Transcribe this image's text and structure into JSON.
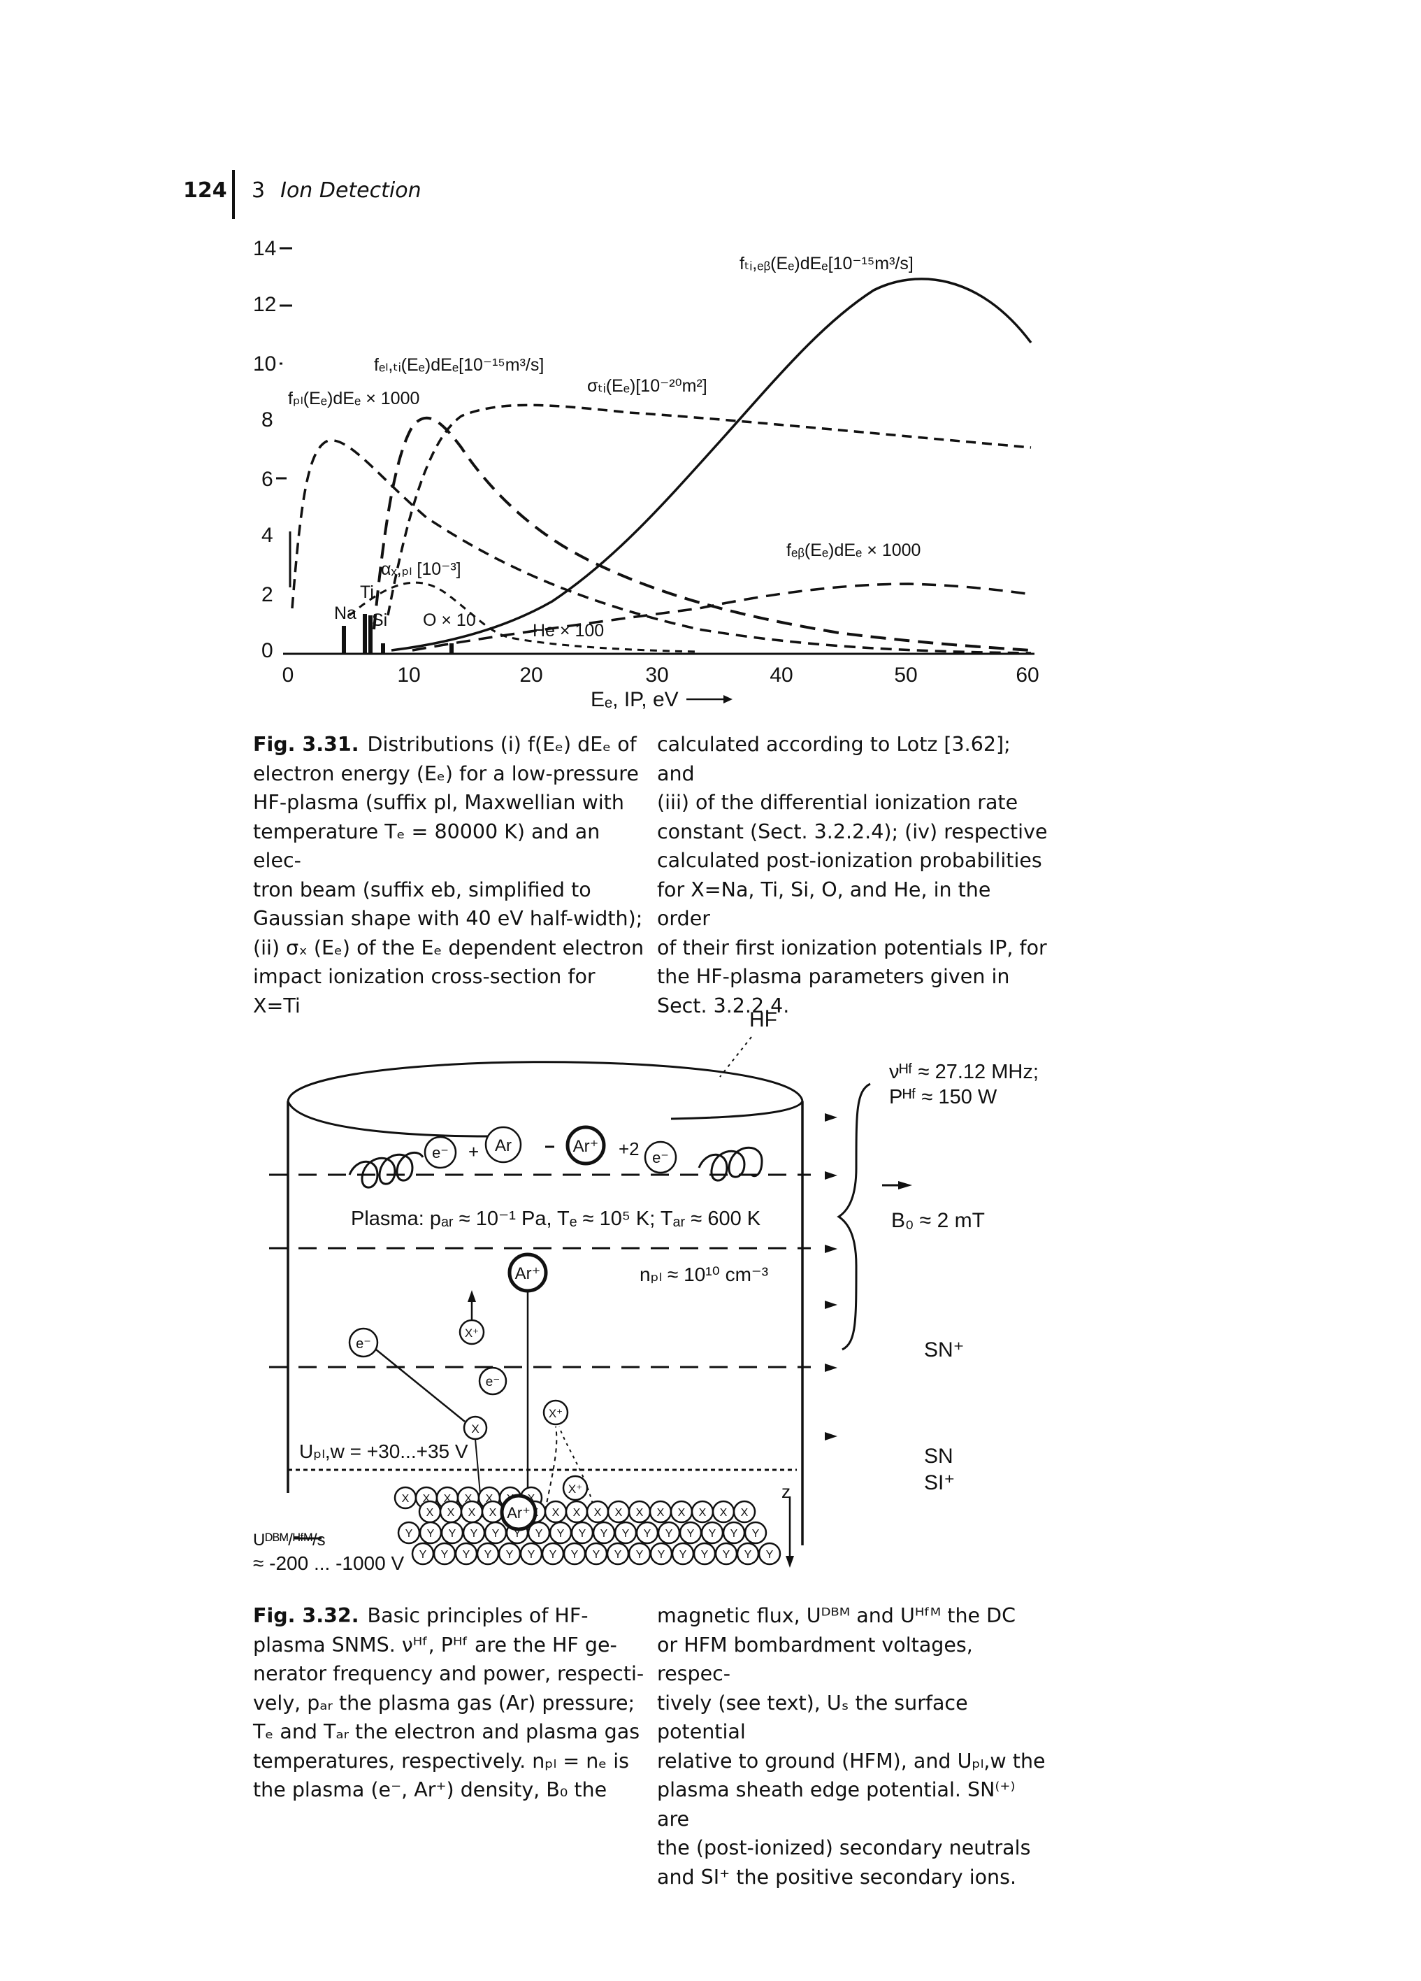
{
  "header": {
    "page_number": "124",
    "chapter_number": "3",
    "chapter_title": "Ion Detection"
  },
  "figure_331": {
    "y_ticks": [
      "14",
      "12",
      "10",
      "8",
      "6",
      "4",
      "2",
      "0"
    ],
    "x_ticks": [
      "0",
      "10",
      "20",
      "30",
      "40",
      "50",
      "60"
    ],
    "x_axis_label": "Eₑ, IP, eV",
    "curve_labels": {
      "eb": "fₑᵦ(Eₑ)dEₑ × 1000",
      "pl_rate": "fₑₗ,ₜᵢ(Eₑ)dEₑ[10⁻¹⁵m³/s]",
      "sigma": "σₜᵢ(Eₑ)[10⁻²⁰m²]",
      "eb_rate": "fₜᵢ,ₑᵦ(Eₑ)dEₑ[10⁻¹⁵m³/s]",
      "pl": "fₚₗ(Eₑ)dEₑ × 1000",
      "alpha": "αₓ,ₚₗ [10⁻³]"
    },
    "element_labels": [
      "Na",
      "Ti",
      "Si",
      "O × 10",
      "He × 100"
    ]
  },
  "caption_331": {
    "label": "Fig. 3.31.",
    "col1": [
      "Distributions (i) f(Eₑ) dEₑ of",
      "electron energy (Eₑ) for a low-pressure",
      "HF-plasma (suffix pl, Maxwellian with",
      "temperature Tₑ = 80000 K) and an elec-",
      "tron beam (suffix eb, simplified to",
      "Gaussian shape with 40 eV half-width);",
      "(ii) σₓ (Eₑ) of the Eₑ dependent electron",
      "impact ionization cross-section for X=Ti"
    ],
    "col2": [
      "calculated according to Lotz [3.62]; and",
      "(iii) of the differential ionization rate",
      "constant (Sect. 3.2.2.4); (iv) respective",
      "calculated post-ionization probabilities",
      "for X=Na, Ti, Si, O, and He, in the order",
      "of their first ionization potentials IP, for",
      "the HF-plasma parameters given in",
      "Sect. 3.2.2.4."
    ]
  },
  "figure_332": {
    "hf_label": "HF",
    "nu_hf": "νᴴᶠ ≈ 27.12 MHz;",
    "p_hf": "Pᴴᶠ ≈ 150 W",
    "b0": "B₀ ≈ 2 mT",
    "plasma_line": "Plasma: pₐᵣ ≈ 10⁻¹ Pa, Tₑ ≈ 10⁵ K; Tₐᵣ ≈ 600 K",
    "npl": "nₚₗ ≈ 10¹⁰ cm⁻³",
    "upl": "Uₚₗ,w = +30...+35 V",
    "udbm": "Uᴰᴮᴹ/ᴴᶠᴹ/s",
    "udbm_value": "≈ -200 ... -1000 V",
    "sn_plus": "SN⁺",
    "sn": "SN",
    "si_plus": "SI⁺",
    "z": "z",
    "particles": {
      "electron": "e⁻",
      "argon": "Ar",
      "argon_ion": "Ar⁺",
      "x_plus": "X⁺",
      "x": "X",
      "y": "Y",
      "plus": "+",
      "plus_two": "+2"
    }
  },
  "caption_332": {
    "label": "Fig. 3.32.",
    "col1": [
      "Basic principles of HF-",
      "plasma SNMS. νᴴᶠ, Pᴴᶠ are the HF ge-",
      "nerator frequency and power, respecti-",
      "vely, pₐᵣ the plasma gas (Ar) pressure;",
      "Tₑ and Tₐᵣ the electron and plasma gas",
      "temperatures, respectively. nₚₗ = nₑ is",
      "the plasma (e⁻, Ar⁺) density, B₀ the"
    ],
    "col2": [
      "magnetic flux, Uᴰᴮᴹ and Uᴴᶠᴹ the DC",
      "or HFM bombardment voltages, respec-",
      "tively (see text), Uₛ the surface potential",
      "relative to ground (HFM), and Uₚₗ,w the",
      "plasma sheath edge potential. SN⁽⁺⁾ are",
      "the (post-ionized) secondary neutrals",
      "and SI⁺ the positive secondary ions."
    ]
  }
}
